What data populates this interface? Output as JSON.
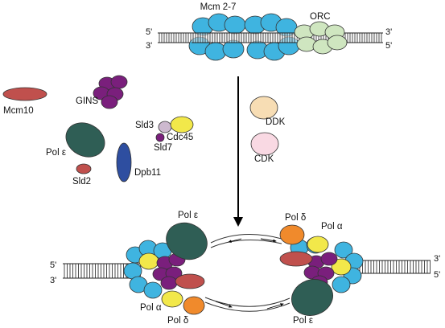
{
  "labels": {
    "mcm": "Mcm 2-7",
    "orc": "ORC",
    "mcm10": "Mcm10",
    "gins": "GINS",
    "sld3": "Sld3",
    "sld7": "Sld7",
    "cdc45": "Cdc45",
    "pol_e": "Pol ε",
    "sld2": "Sld2",
    "dpb11": "Dpb11",
    "ddk": "DDK",
    "cdk": "CDK",
    "pol_d": "Pol δ",
    "pol_a": "Pol α",
    "five_prime": "5'",
    "three_prime": "3'"
  },
  "colors": {
    "mcm": "#3fb4e0",
    "orc": "#cfe6c0",
    "mcm10": "#c0504d",
    "gins": "#7a1f7c",
    "sld3": "#cdb9cf",
    "cdc45": "#f2e84a",
    "pol_e": "#2f5e55",
    "sld2": "#c0504d",
    "dpb11": "#2e4ea0",
    "ddk": "#f7ddb4",
    "cdk": "#f9d9e3",
    "pol_d": "#f08a2c",
    "pol_a_inner": "#f2e84a",
    "outline": "#333333"
  }
}
